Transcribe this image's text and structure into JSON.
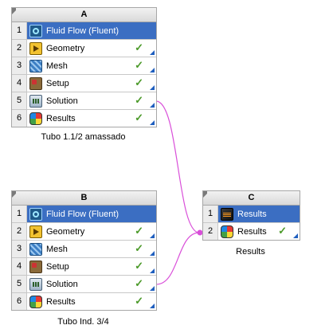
{
  "systems": [
    {
      "id": "A",
      "caption": "Tubo 1.1/2 amassado",
      "rows": [
        {
          "num": "1",
          "label": "Fluid Flow (Fluent)",
          "icon": "fluent-icon",
          "status": ""
        },
        {
          "num": "2",
          "label": "Geometry",
          "icon": "geometry-icon",
          "status": "✓"
        },
        {
          "num": "3",
          "label": "Mesh",
          "icon": "mesh-icon",
          "status": "✓"
        },
        {
          "num": "4",
          "label": "Setup",
          "icon": "setup-icon",
          "status": "✓"
        },
        {
          "num": "5",
          "label": "Solution",
          "icon": "solution-icon",
          "status": "✓"
        },
        {
          "num": "6",
          "label": "Results",
          "icon": "results-icon",
          "status": "✓"
        }
      ]
    },
    {
      "id": "B",
      "caption": "Tubo Ind. 3/4",
      "rows": [
        {
          "num": "1",
          "label": "Fluid Flow (Fluent)",
          "icon": "fluent-icon",
          "status": ""
        },
        {
          "num": "2",
          "label": "Geometry",
          "icon": "geometry-icon",
          "status": "✓"
        },
        {
          "num": "3",
          "label": "Mesh",
          "icon": "mesh-icon",
          "status": "✓"
        },
        {
          "num": "4",
          "label": "Setup",
          "icon": "setup-icon",
          "status": "✓"
        },
        {
          "num": "5",
          "label": "Solution",
          "icon": "solution-icon",
          "status": "✓"
        },
        {
          "num": "6",
          "label": "Results",
          "icon": "results-icon",
          "status": "✓"
        }
      ]
    },
    {
      "id": "C",
      "caption": "Results",
      "rows": [
        {
          "num": "1",
          "label": "Results",
          "icon": "results-system-icon",
          "status": ""
        },
        {
          "num": "2",
          "label": "Results",
          "icon": "results-icon",
          "status": "✓"
        }
      ]
    }
  ],
  "colors": {
    "selected_row": "#3b6ec2",
    "check": "#4c9a2a",
    "link": "#d94fd9",
    "update_triangle": "#1f5fbf"
  }
}
